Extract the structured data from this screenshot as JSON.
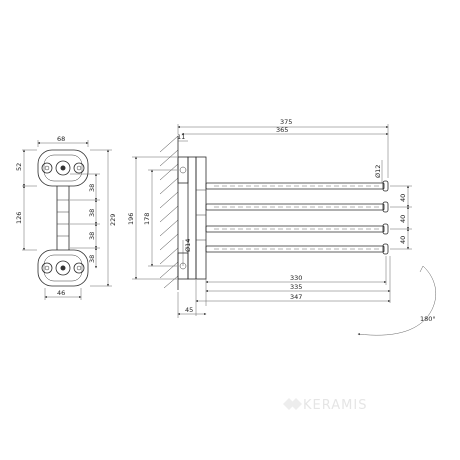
{
  "front_view": {
    "width_top": "68",
    "offset_top": "52",
    "height_inner": "126",
    "height_total": "229",
    "spacing_1": "38",
    "spacing_2": "38",
    "spacing_3": "38",
    "spacing_4": "38",
    "width_bottom": "46"
  },
  "side_view": {
    "total_length": "375",
    "length_365": "365",
    "plate_thickness": "11",
    "height_196": "196",
    "height_178": "178",
    "pin_diameter": "Ø14",
    "rod_diameter": "Ø12",
    "rod_gap_1": "40",
    "rod_gap_2": "40",
    "rod_gap_3": "40",
    "rod_length_330": "330",
    "rod_length_335": "335",
    "rod_length_347": "347",
    "wall_offset": "45",
    "rotation": "180°"
  },
  "watermark": "KERAMIS",
  "colors": {
    "line": "#2b2b2b",
    "watermark": "#e3e3e3"
  }
}
